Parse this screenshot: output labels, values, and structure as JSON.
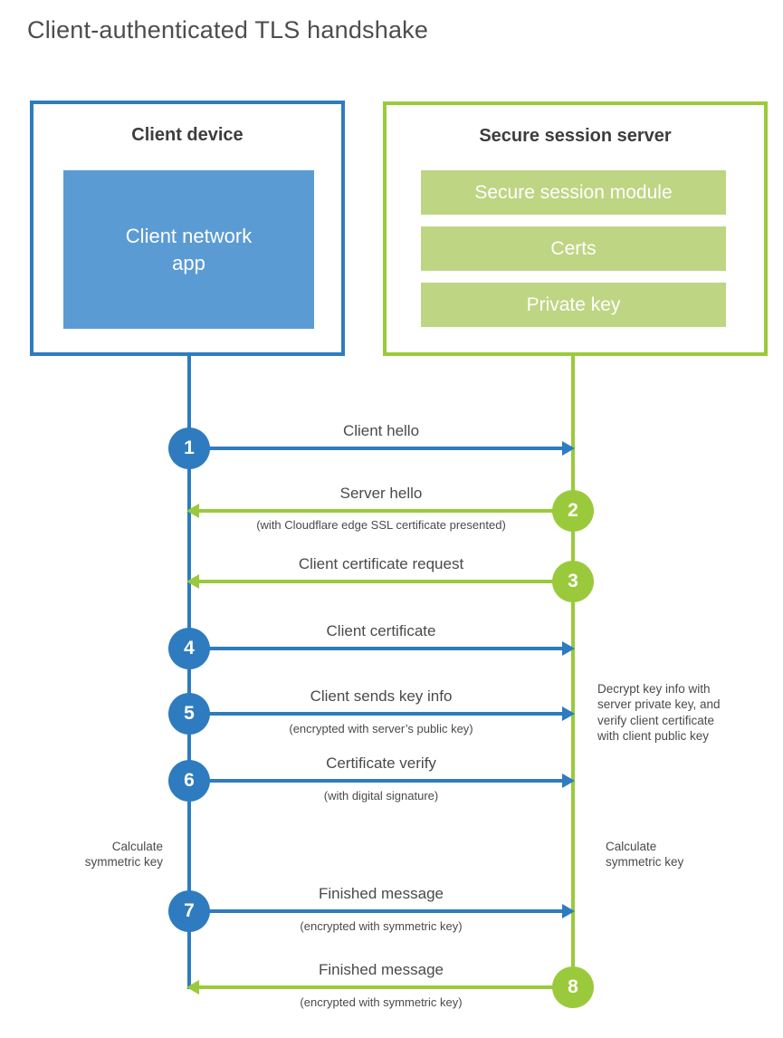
{
  "title": "Client-authenticated TLS handshake",
  "colors": {
    "blue": "#2e7cbf",
    "blue_fill": "#5b9bd3",
    "green": "#9aca3b",
    "green_fill": "#bed583",
    "title_color": "#4d4d4d",
    "heading_color": "#3d3d3d",
    "label_color": "#4a4a4a"
  },
  "client_box": {
    "title": "Client device",
    "app_label": "Client network\napp"
  },
  "server_box": {
    "title": "Secure session server",
    "modules": [
      "Secure session module",
      "Certs",
      "Private key"
    ]
  },
  "steps": [
    {
      "num": "1",
      "actor": "client",
      "direction": "right",
      "label": "Client hello",
      "subtitle": ""
    },
    {
      "num": "2",
      "actor": "server",
      "direction": "left",
      "label": "Server hello",
      "subtitle": "(with Cloudflare edge SSL certificate presented)"
    },
    {
      "num": "3",
      "actor": "server",
      "direction": "left",
      "label": "Client certificate request",
      "subtitle": ""
    },
    {
      "num": "4",
      "actor": "client",
      "direction": "right",
      "label": "Client certificate",
      "subtitle": ""
    },
    {
      "num": "5",
      "actor": "client",
      "direction": "right",
      "label": "Client sends key info",
      "subtitle": "(encrypted with server’s public key)"
    },
    {
      "num": "6",
      "actor": "client",
      "direction": "right",
      "label": "Certificate verify",
      "subtitle": "(with digital signature)"
    },
    {
      "num": "7",
      "actor": "client",
      "direction": "right",
      "label": "Finished message",
      "subtitle": "(encrypted with symmetric key)"
    },
    {
      "num": "8",
      "actor": "server",
      "direction": "left",
      "label": "Finished message",
      "subtitle": "(encrypted with symmetric key)"
    }
  ],
  "notes": {
    "decrypt_note": "Decrypt key info with\nserver private key, and\nverify client certificate\nwith client public key",
    "calc_left": "Calculate\nsymmetric key",
    "calc_right": "Calculate\nsymmetric key"
  }
}
